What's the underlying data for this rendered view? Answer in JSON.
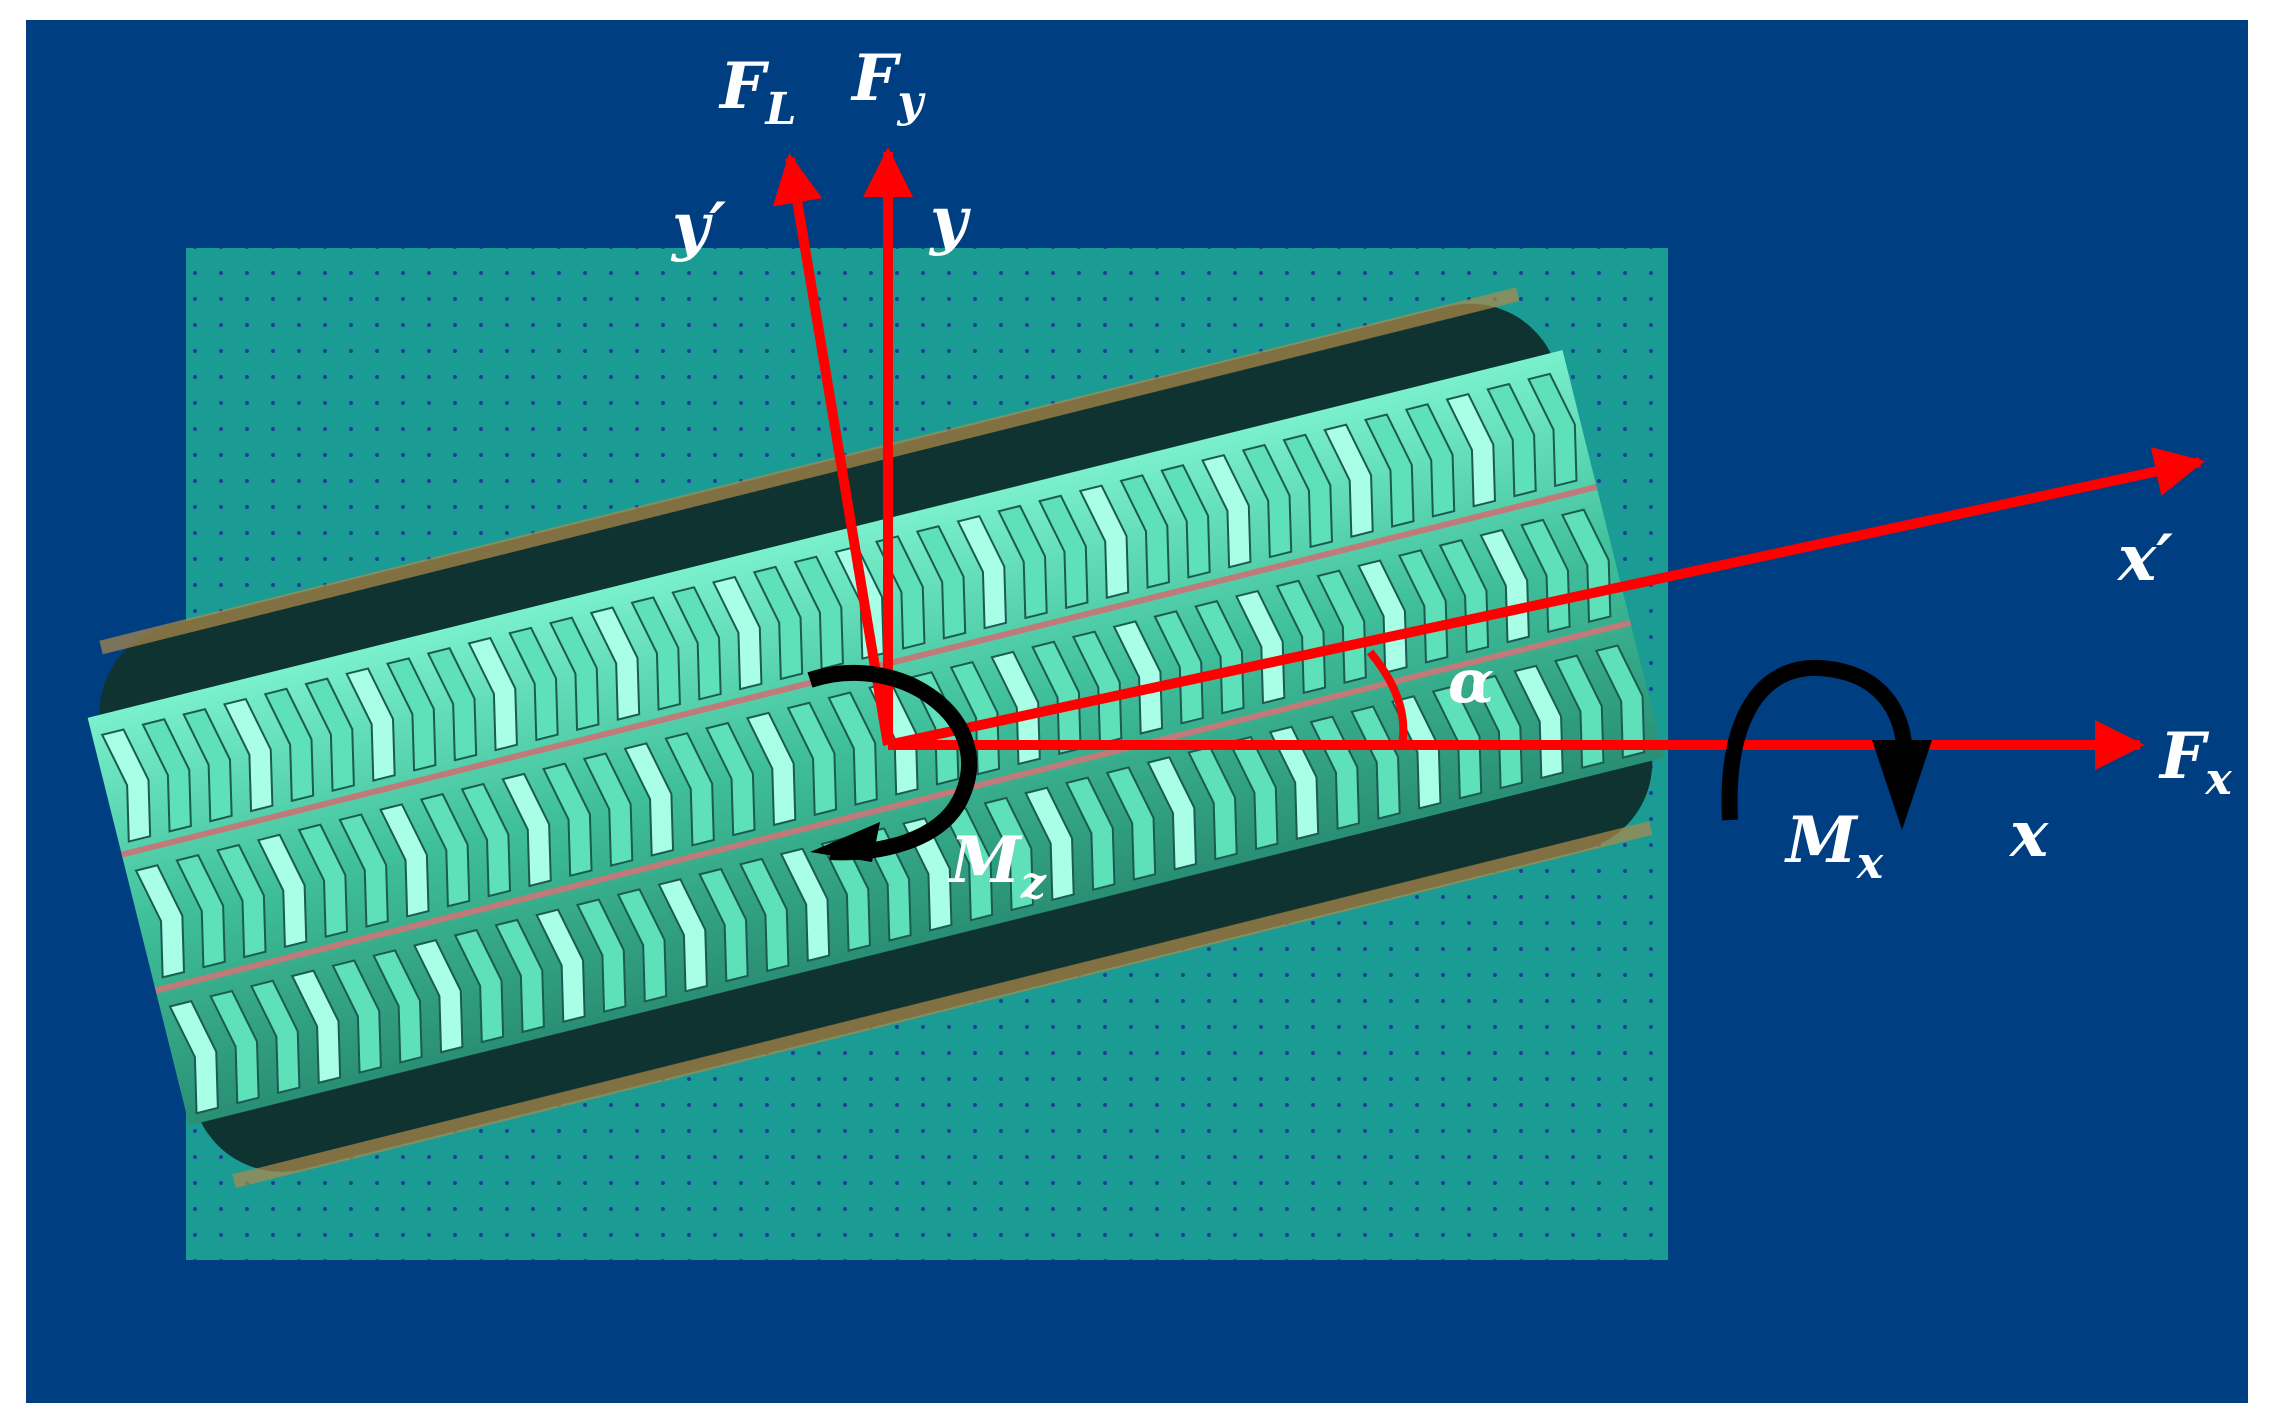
{
  "labels": {
    "F_L": {
      "main": "F",
      "sub": "L"
    },
    "F_y": {
      "main": "F",
      "sub": "y"
    },
    "y_prime": "y′",
    "y": "y",
    "x_prime": "x′",
    "alpha": "α",
    "F_x": {
      "main": "F",
      "sub": "x"
    },
    "x": "x",
    "M_x": {
      "main": "M",
      "sub": "x"
    },
    "M_z": {
      "main": "M",
      "sub": "z"
    }
  },
  "colors": {
    "background": "#003e82",
    "border": "#ffffff",
    "plate": "#1a9c95",
    "plate_dots": "#1f3f9a",
    "tread": "#4fd4ac",
    "tread_light": "#a8ffe6",
    "tread_dark": "#1c5a52",
    "sidewall": "#0e3330",
    "axis": "#ff0000",
    "moment_arrow": "#000000",
    "label": "#ffffff"
  }
}
